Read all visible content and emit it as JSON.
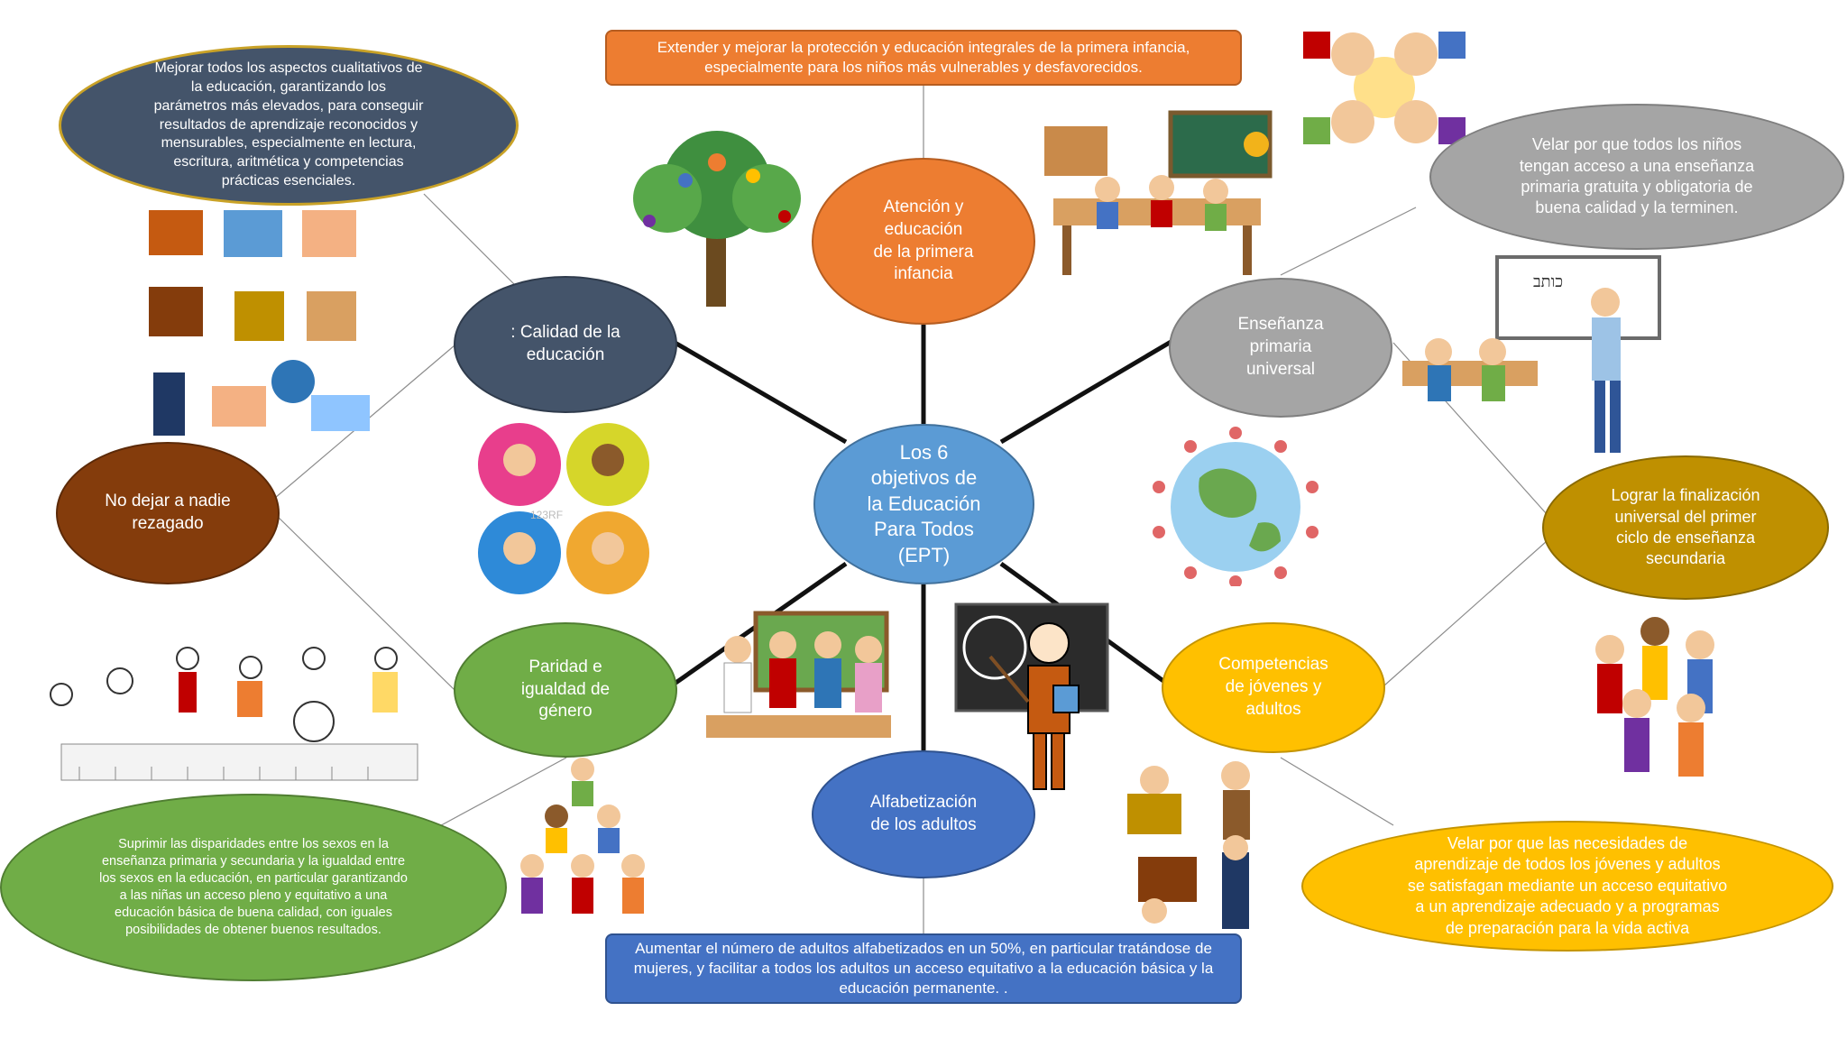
{
  "center": {
    "text": "Los 6\nobjetivos de\nla Educación\nPara Todos\n(EPT)"
  },
  "categories": [
    {
      "id": "early",
      "label": "Atención y\neducación\nde la primera\ninfancia"
    },
    {
      "id": "primary",
      "label": "Enseñanza\nprimaria\nuniversal"
    },
    {
      "id": "youth",
      "label": "Competencias\nde jóvenes y\nadultos"
    },
    {
      "id": "adult-literacy",
      "label": "Alfabetización\nde los adultos"
    },
    {
      "id": "gender",
      "label": "Paridad e\nigualdad de\ngénero"
    },
    {
      "id": "quality",
      "label": ": Calidad de la\neducación"
    }
  ],
  "descriptions": {
    "early": "Extender y mejorar la protección y educación integrales de la primera infancia,\nespecialmente para los niños más vulnerables y desfavorecidos.",
    "primary": "Velar por que todos los niños\ntengan acceso a una enseñanza\nprimaria gratuita y obligatoria de\nbuena calidad y la terminen.",
    "secondary": "Lograr la finalización\nuniversal del primer\nciclo de enseñanza\nsecundaria",
    "youth": "Velar por que las necesidades de\naprendizaje de todos los jóvenes y adultos\nse satisfagan mediante un acceso equitativo\na un aprendizaje adecuado y a programas\nde preparación para la vida activa",
    "adult-literacy": "Aumentar el número de adultos alfabetizados en un 50%, en particular tratándose de\nmujeres, y facilitar a todos los adultos un acceso equitativo a la educación básica y la\neducación permanente. .",
    "gender": "Suprimir las disparidades entre los sexos en la\nenseñanza primaria y secundaria y  la igualdad entre\nlos sexos en la educación, en particular garantizando\na las niñas un acceso pleno y equitativo a una\neducación básica de buena calidad, con iguales\nposibilidades de obtener buenos resultados.",
    "no-one-behind": "No dejar a nadie\nrezagado",
    "quality": "Mejorar todos los aspectos cualitativos de\nla educación, garantizando los\nparámetros más elevados, para conseguir\nresultados de aprendizaje reconocidos y\nmensurables, especialmente en lectura,\nescritura, aritmética y competencias\nprácticas esenciales."
  },
  "colors": {
    "center": "#5b9bd5",
    "orange": "#ed7d31",
    "gray": "#a5a5a5",
    "gold": "#ffc000",
    "blue": "#4472c4",
    "green": "#70ad47",
    "slate": "#44546a",
    "brown": "#843c0c",
    "olive": "#bf9000"
  },
  "clipart": [
    "tree-illustration",
    "classroom-illustration",
    "children-circle-illustration",
    "teacher-blackboard-illustration",
    "globe-children-illustration",
    "students-celebrating-illustration",
    "teacher-pointer-illustration",
    "teachers-group-illustration",
    "teachers-icons-illustration",
    "school-icons-illustration",
    "kids-avatars-illustration",
    "children-activities-illustration",
    "kids-pyramid-illustration"
  ],
  "watermark": "123RF"
}
